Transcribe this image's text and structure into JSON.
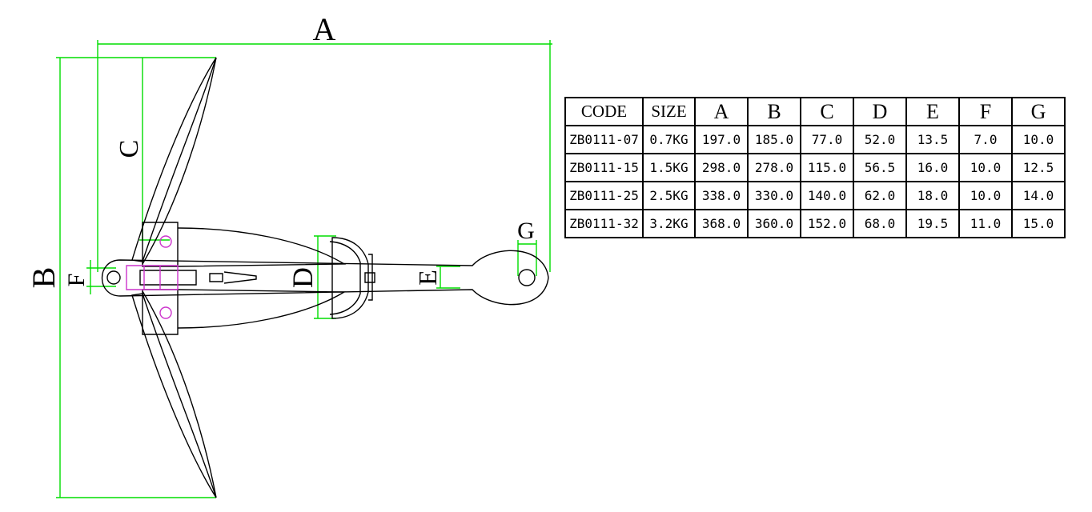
{
  "dimension_labels": {
    "A": "A",
    "B": "B",
    "C": "C",
    "D": "D",
    "E": "E",
    "F": "F",
    "G": "G"
  },
  "colors": {
    "dimension_lines": "#00dd00",
    "outline": "#000000",
    "pin_parts": "#cc33cc"
  },
  "table": {
    "headers": [
      "CODE",
      "SIZE",
      "A",
      "B",
      "C",
      "D",
      "E",
      "F",
      "G"
    ],
    "rows": [
      [
        "ZB0111-07",
        "0.7KG",
        "197.0",
        "185.0",
        "77.0",
        "52.0",
        "13.5",
        "7.0",
        "10.0"
      ],
      [
        "ZB0111-15",
        "1.5KG",
        "298.0",
        "278.0",
        "115.0",
        "56.5",
        "16.0",
        "10.0",
        "12.5"
      ],
      [
        "ZB0111-25",
        "2.5KG",
        "338.0",
        "330.0",
        "140.0",
        "62.0",
        "18.0",
        "10.0",
        "14.0"
      ],
      [
        "ZB0111-32",
        "3.2KG",
        "368.0",
        "360.0",
        "152.0",
        "68.0",
        "19.5",
        "11.0",
        "15.0"
      ]
    ]
  }
}
